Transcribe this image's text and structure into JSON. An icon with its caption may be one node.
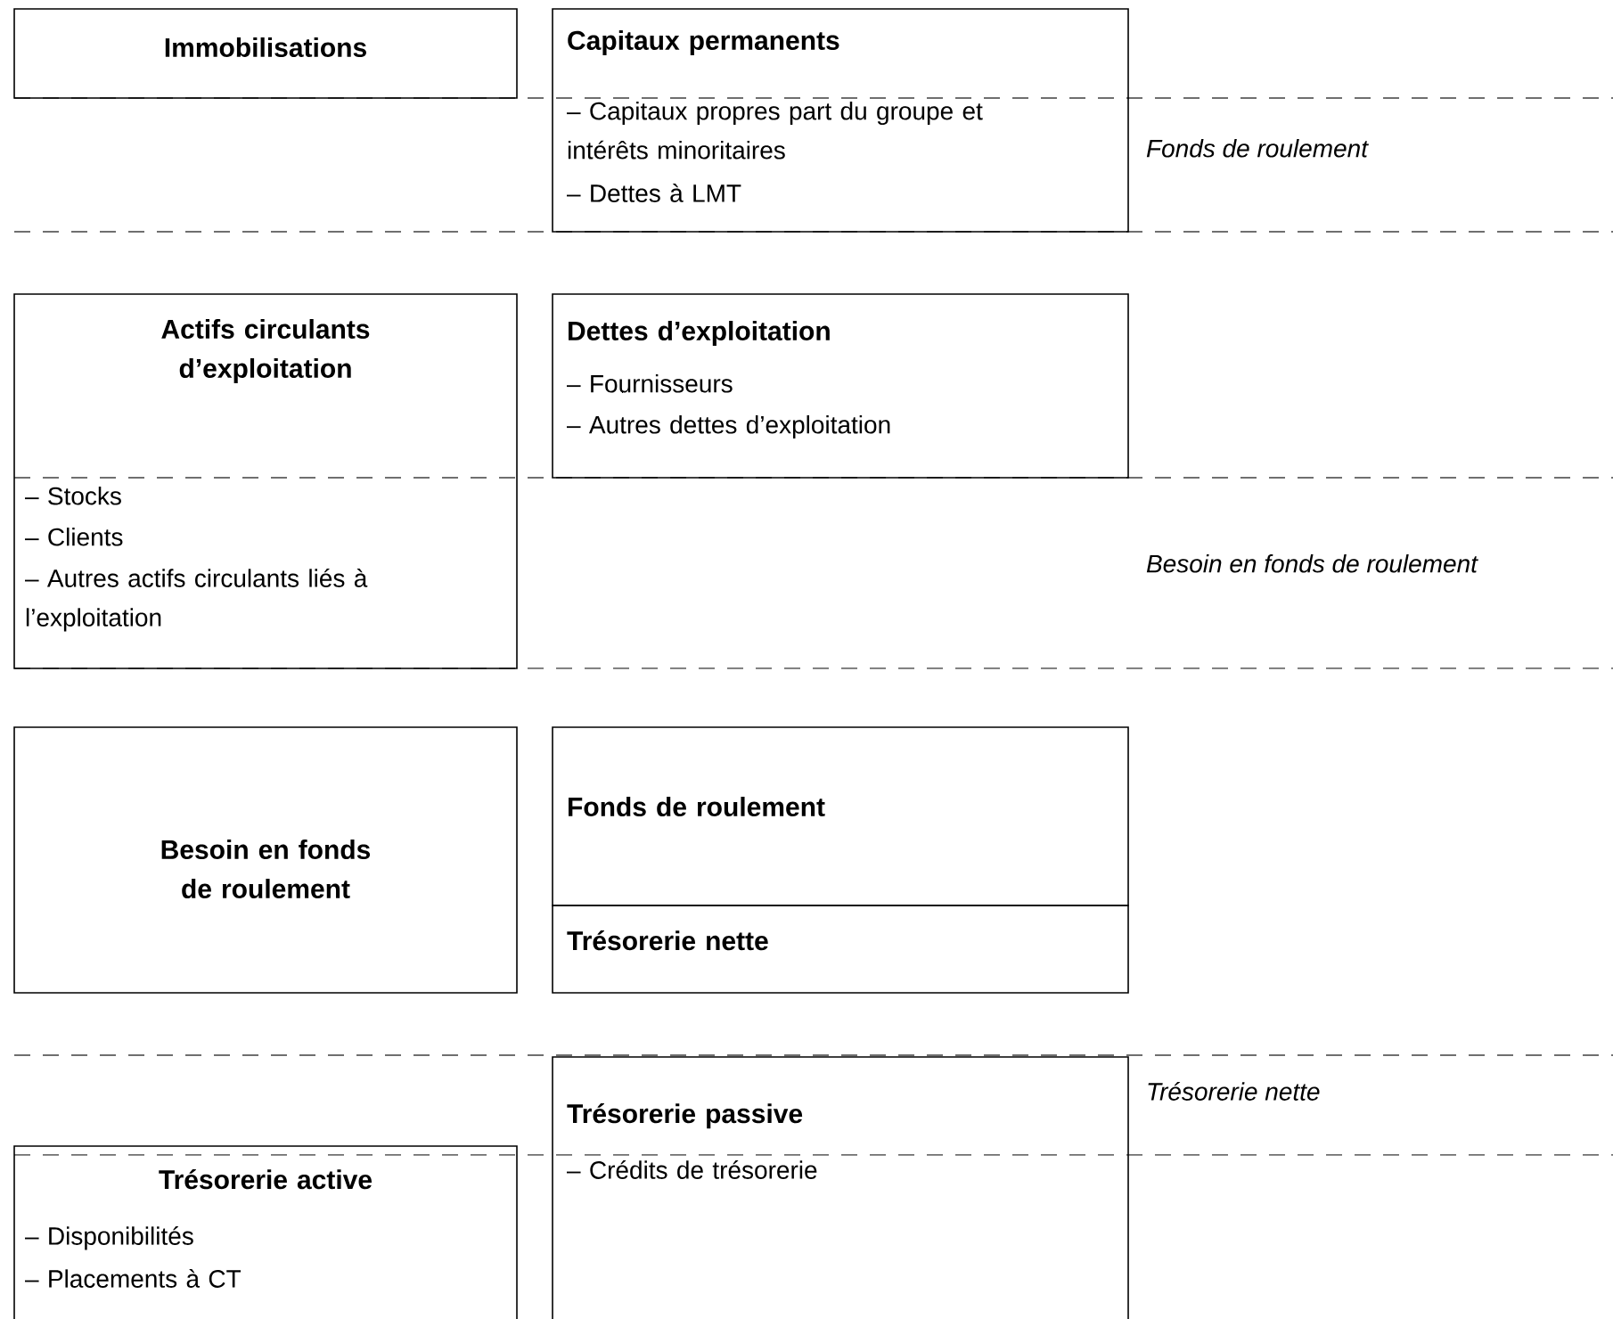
{
  "diagram": {
    "nodes": [
      {
        "text": [
          "Immobilisations"
        ]
      },
      {
        "text": [
          "Capitaux permanents",
          "– Capitaux propres part du groupe et intérêts minoritaires",
          "– Dettes à LMT"
        ]
      },
      {
        "text": [
          "Actifs circulants d’exploitation",
          "– Stocks",
          "– Clients",
          "– Autres actifs circulants liés à l’exploitation"
        ]
      },
      {
        "text": [
          "Dettes d’exploitation",
          "– Fournisseurs",
          "– Autres dettes d’exploitation"
        ]
      },
      {
        "text": [
          "Besoin en fonds de roulement"
        ]
      },
      {
        "text": [
          "Fonds de roulement"
        ]
      },
      {
        "text": [
          "Trésorerie nette"
        ]
      },
      {
        "text": [
          "Trésorerie passive",
          "– Crédits de trésorerie"
        ]
      },
      {
        "text": [
          "Trésorerie active",
          "– Disponibilités",
          "– Placements à CT"
        ]
      }
    ],
    "labels": [
      "Fonds de roulement",
      "Besoin en fonds de roulement",
      "Trésorerie nette"
    ]
  }
}
